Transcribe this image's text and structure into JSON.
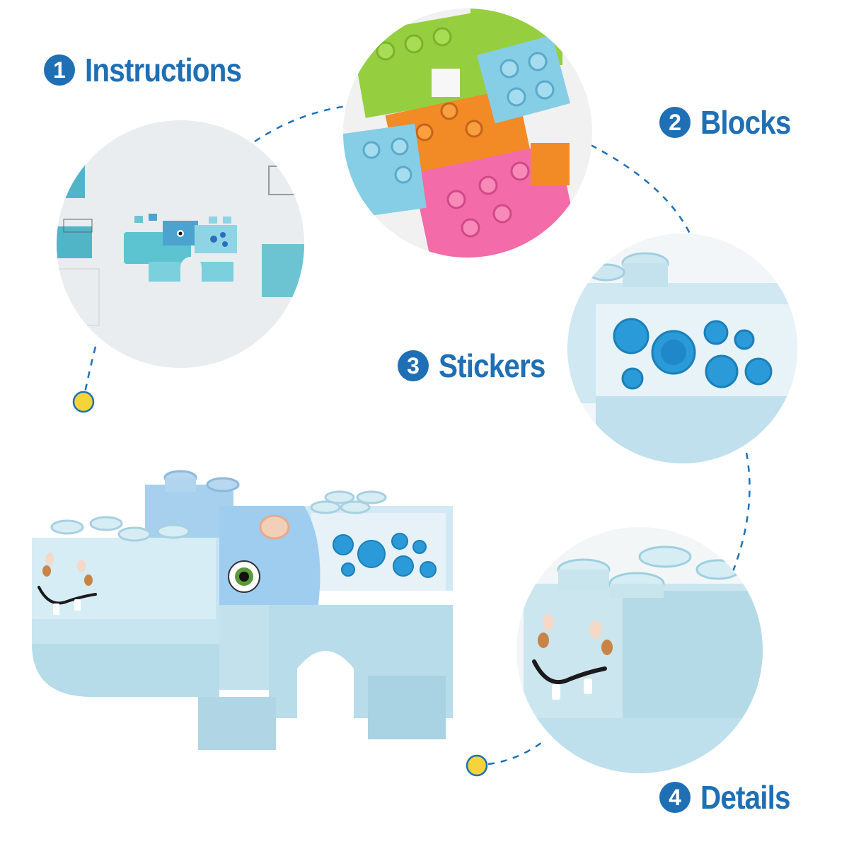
{
  "labels": [
    {
      "num": "1",
      "text": "Instructions"
    },
    {
      "num": "2",
      "text": "Blocks"
    },
    {
      "num": "3",
      "text": "Stickers"
    },
    {
      "num": "4",
      "text": "Details"
    }
  ],
  "icons": [
    "instructions-sheet",
    "building-blocks",
    "sticker-block",
    "face-block",
    "hippo-model"
  ],
  "colors": {
    "label_blue": "#1f6fb5",
    "block_blue": "#bfe3ee",
    "sticker_blue": "#2a9ad8",
    "dot_yellow": "#f5d33b",
    "dash": "#1f6fb5"
  }
}
